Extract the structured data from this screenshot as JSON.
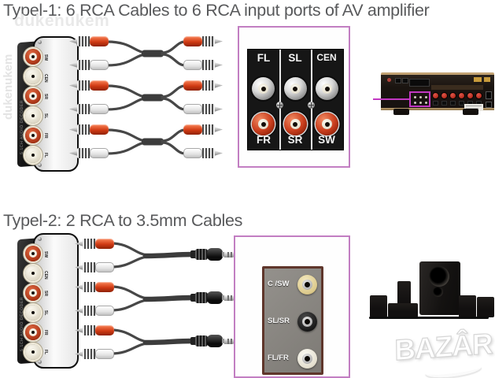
{
  "sections": {
    "type1": {
      "title": "Typel-1: 6 RCA Cables to 6 RCA input ports of AV amplifier"
    },
    "type2": {
      "title": "Typel-2: 2 RCA to 3.5mm Cables"
    }
  },
  "watermarks": {
    "seller_horizontal": "dukenukem",
    "seller_vertical": "dukenukem",
    "marketplace_logo": "BAZÂR"
  },
  "decoder": {
    "side_text": "5.1CH AUDIO DECODER",
    "jacks": [
      {
        "label": "SW",
        "color": "red"
      },
      {
        "label": "CEN",
        "color": "white"
      },
      {
        "label": "SR",
        "color": "red"
      },
      {
        "label": "SL",
        "color": "white"
      },
      {
        "label": "FR",
        "color": "red"
      },
      {
        "label": "FL",
        "color": "white"
      }
    ]
  },
  "rca_panel": {
    "top_labels": [
      "FL",
      "SL",
      "CEN"
    ],
    "bottom_labels": [
      "FR",
      "SR",
      "SW"
    ],
    "top_row_jack_color": "white",
    "bottom_row_jack_color": "red"
  },
  "jack_panel": {
    "jacks": [
      {
        "label": "C /SW",
        "ring_color": "#e3d49c"
      },
      {
        "label": "SL/SR",
        "ring_color": "#1e1e1e"
      },
      {
        "label": "FL/FR",
        "ring_color": "#eae5d8"
      }
    ]
  },
  "colors": {
    "title_text": "#58595b",
    "panel_frame_border": "#c27ec2",
    "amplifier_highlight": "#c238c2",
    "rca_red": "#cc4120",
    "rca_white": "#e8e3d4",
    "background": "#ffffff"
  }
}
